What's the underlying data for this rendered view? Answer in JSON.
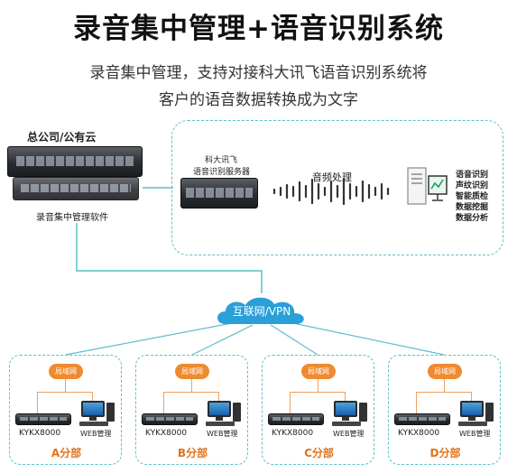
{
  "header": {
    "title": "录音集中管理+语音识别系统",
    "subtitle_line1": "录音集中管理，支持对接科大讯飞语音识别系统将",
    "subtitle_line2": "客户的语音数据转换成为文字"
  },
  "hq": {
    "label": "总公司/公有云",
    "software": "录音集中管理软件"
  },
  "asr": {
    "server_line1": "科大讯飞",
    "server_line2": "语音识别服务器",
    "audio_label": "音频处理",
    "features": [
      "语音识别",
      "声纹识别",
      "智能质检",
      "数据挖掘",
      "数据分析"
    ]
  },
  "network": {
    "label": "互联网/VPN"
  },
  "branches": [
    {
      "lan": "局域网",
      "model": "KYKX8000",
      "web": "WEB管理",
      "name": "A分部"
    },
    {
      "lan": "局域网",
      "model": "KYKX8000",
      "web": "WEB管理",
      "name": "B分部"
    },
    {
      "lan": "局域网",
      "model": "KYKX8000",
      "web": "WEB管理",
      "name": "C分部"
    },
    {
      "lan": "局域网",
      "model": "KYKX8000",
      "web": "WEB管理",
      "name": "D分部"
    }
  ],
  "colors": {
    "accent": "#5cc0c8",
    "cloud": "#2a9fd8",
    "branch_label": "#e0731c",
    "lan_bubble": "#ef8a2f"
  }
}
